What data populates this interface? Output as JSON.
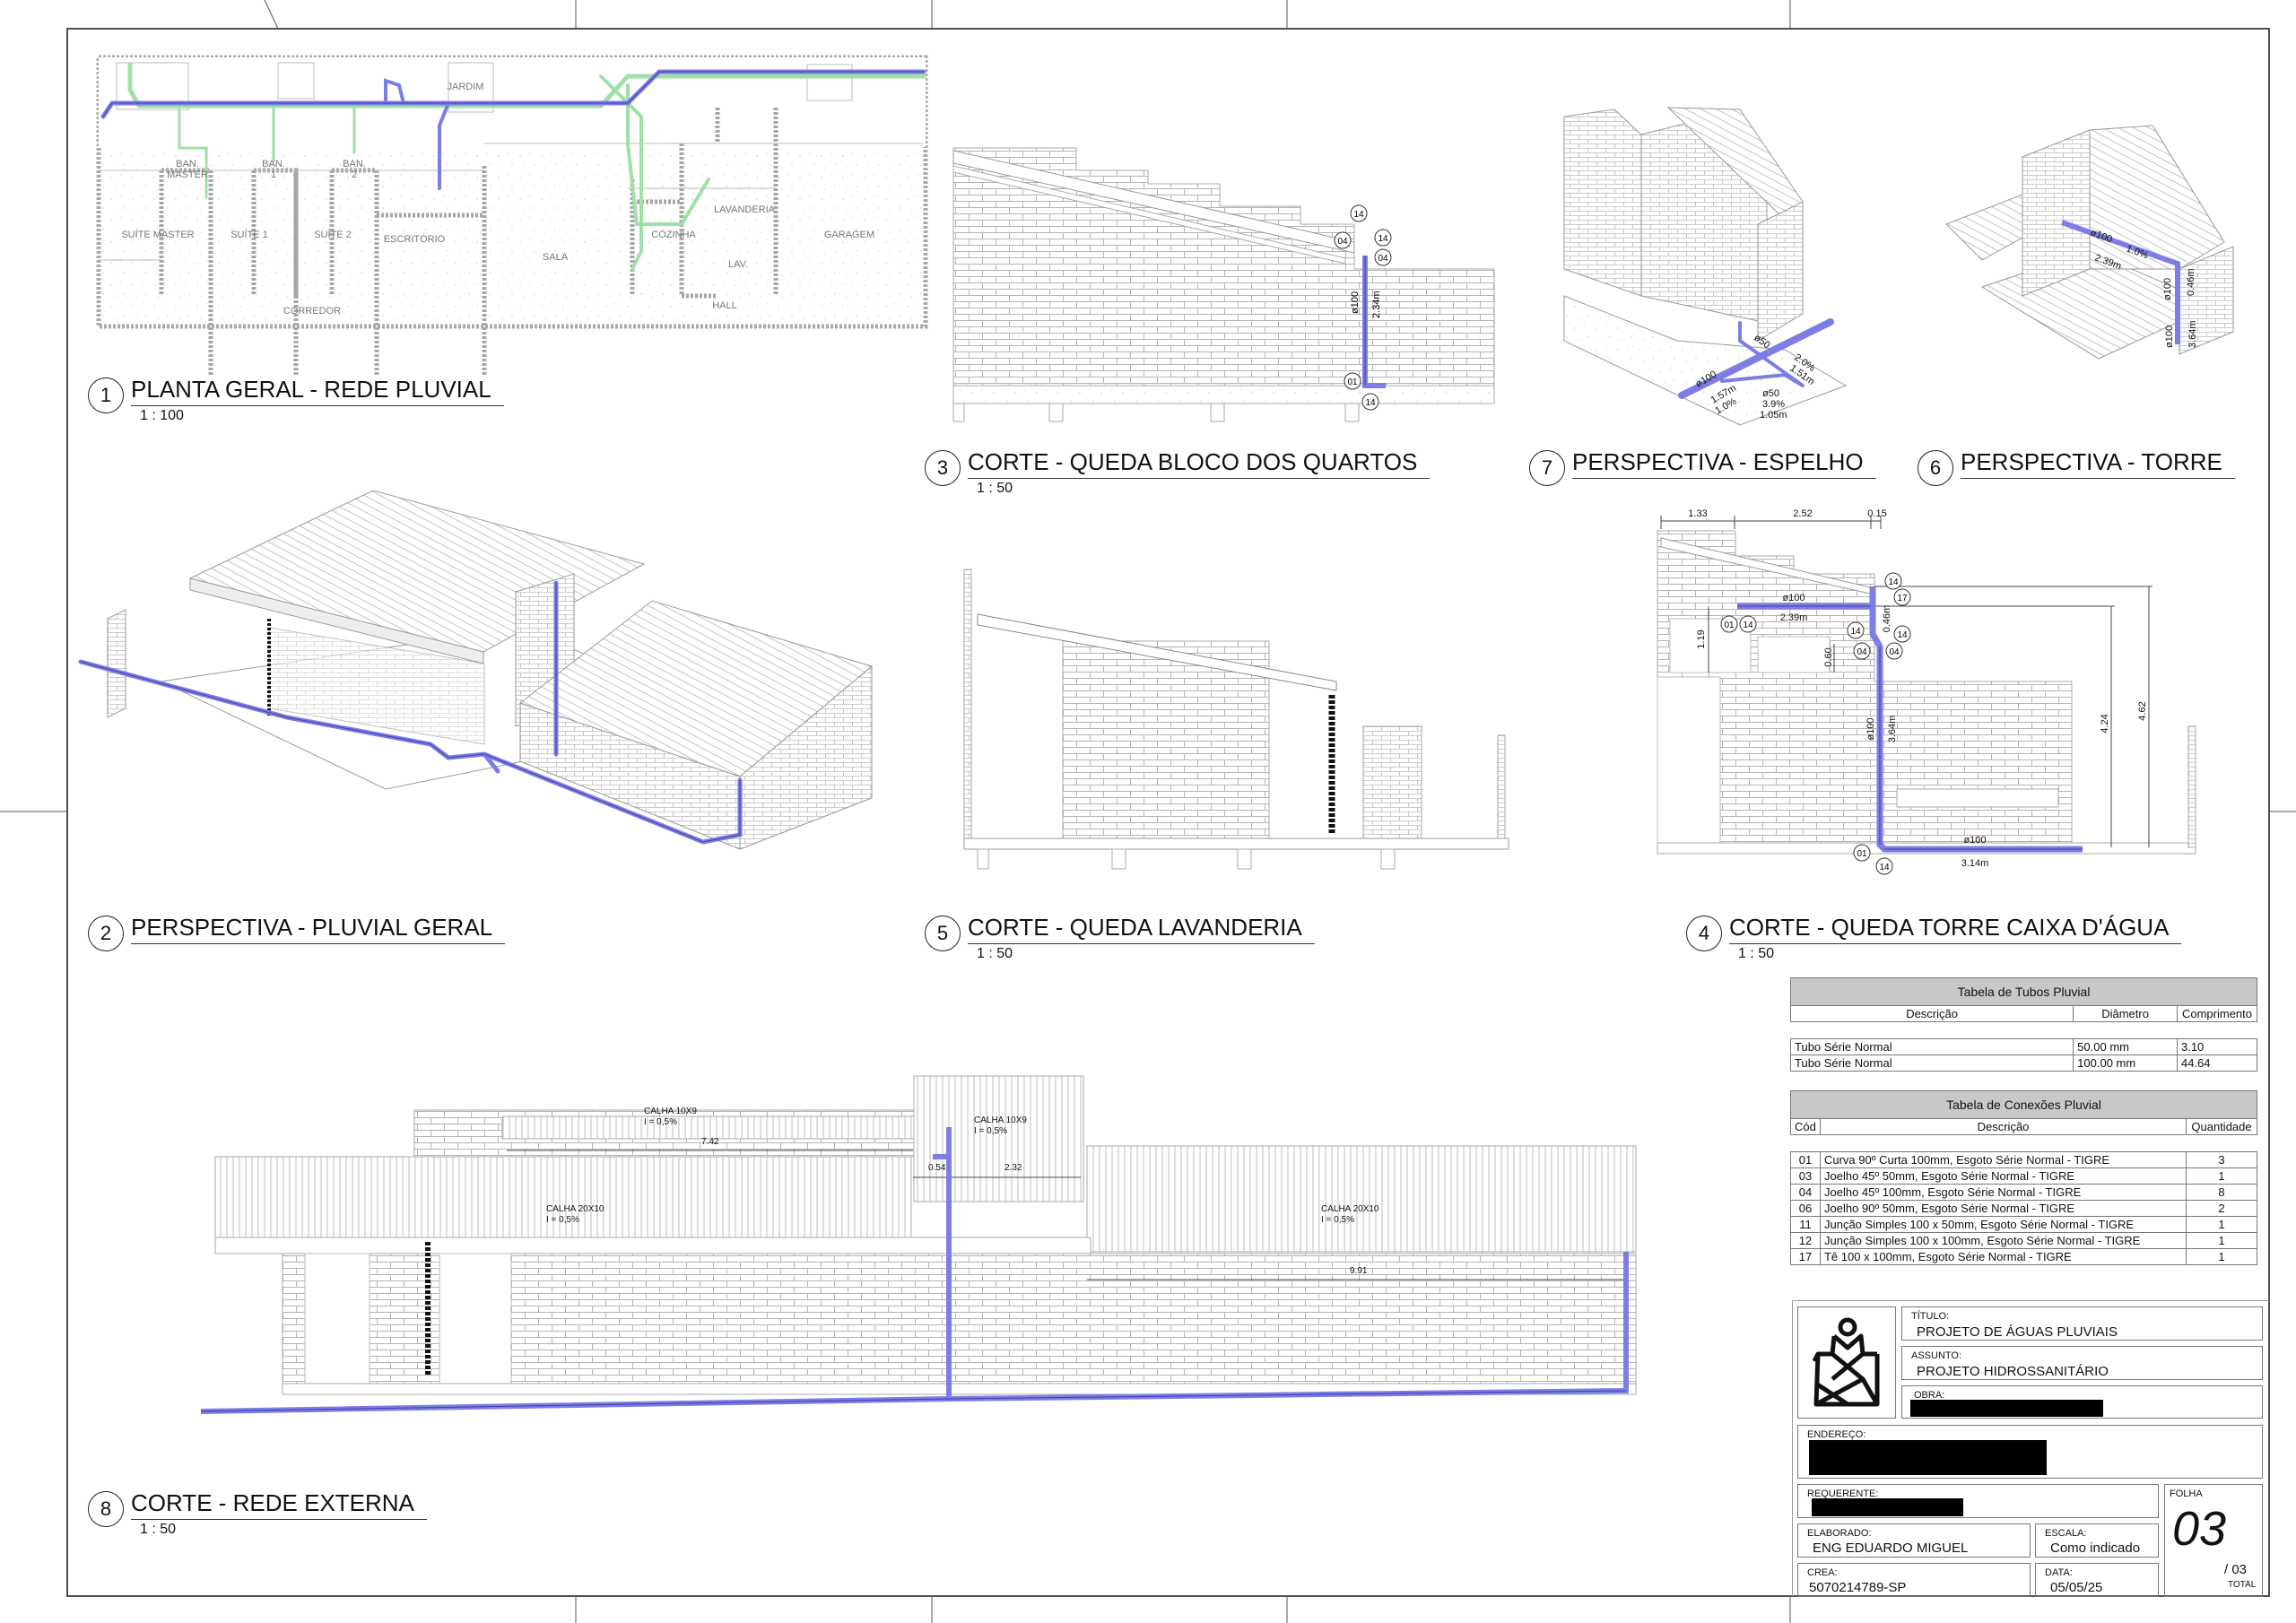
{
  "views": {
    "v1": {
      "number": "1",
      "title": "PLANTA GERAL - REDE PLUVIAL",
      "scale": "1 : 100"
    },
    "v2": {
      "number": "2",
      "title": "PERSPECTIVA - PLUVIAL GERAL"
    },
    "v3": {
      "number": "3",
      "title": "CORTE - QUEDA BLOCO DOS QUARTOS",
      "scale": "1 : 50"
    },
    "v4": {
      "number": "4",
      "title": "CORTE - QUEDA TORRE CAIXA D'ÁGUA",
      "scale": "1 : 50"
    },
    "v5": {
      "number": "5",
      "title": "CORTE - QUEDA LAVANDERIA",
      "scale": "1 : 50"
    },
    "v6": {
      "number": "6",
      "title": "PERSPECTIVA - TORRE"
    },
    "v7": {
      "number": "7",
      "title": "PERSPECTIVA - ESPELHO"
    },
    "v8": {
      "number": "8",
      "title": "CORTE - REDE EXTERNA",
      "scale": "1 : 50"
    }
  },
  "colors": {
    "pipe_blue": "#7d7de6",
    "pipe_blue_dark": "#3f3fa8",
    "pipe_green": "#9fe0a7",
    "wall": "#9a9a9a"
  },
  "plan": {
    "rooms": {
      "jardim": "JARDIM",
      "ban_master": "BAN.",
      "ban_master2": "MASTER",
      "ban1": "BAN.",
      "ban1b": "1",
      "ban2": "BAN.",
      "ban2b": "2",
      "suite_master": "SUÍTE MASTER",
      "suite1": "SUÍTE 1",
      "suite2": "SUÍTE 2",
      "escritorio": "ESCRITÓRIO",
      "sala": "SALA",
      "cozinha": "COZINHA",
      "lavanderia": "LAVANDERIA",
      "lav": "LAV.",
      "garagem": "GARAGEM",
      "hall": "HALL",
      "corredor": "CORREDOR"
    }
  },
  "section3": {
    "diameter": "ø100",
    "length": "2.34m",
    "callouts": [
      "14",
      "04",
      "14",
      "04",
      "01",
      "14"
    ]
  },
  "section4": {
    "dims": {
      "d1": "1.33",
      "d2": "2.52",
      "d3": "0.15",
      "d4": "1.19",
      "d5": "0.60",
      "d6": "4.24",
      "d7": "4.62"
    },
    "pipes": {
      "p1_d": "ø100",
      "p1_l": "2.39m",
      "p2_l": "0.46m",
      "p3_d": "ø100",
      "p3_l": "3.64m",
      "p4_d": "ø100",
      "p4_l": "3.14m"
    },
    "callouts": [
      "14",
      "17",
      "01",
      "14",
      "14",
      "14",
      "04",
      "04",
      "01",
      "14"
    ]
  },
  "perspective7": {
    "labels": {
      "a": "ø50",
      "b": "2.0%",
      "c": "1.51m",
      "d": "ø100",
      "e": "1.57m",
      "f": "1.0%",
      "g": "ø50",
      "h": "3.9%",
      "i": "1.05m"
    }
  },
  "perspective6": {
    "labels": {
      "a": "ø100",
      "b": "1.0%",
      "c": "2.39m",
      "d": "ø100",
      "e": "0.46m",
      "f": "ø100",
      "g": "3.64m"
    }
  },
  "section8": {
    "labels": {
      "calha1": "CALHA 10X9",
      "incl1": "I = 0,5%",
      "dim1": "7.42",
      "calha2": "CALHA 10X9",
      "incl2": "I = 0,5%",
      "dim2": "0.54",
      "dim3": "2.32",
      "calha3": "CALHA 20X10",
      "incl3": "I = 0,5%",
      "calha4": "CALHA 20X10",
      "incl4": "I = 0,5%",
      "dim4": "9.91"
    }
  },
  "tubos_table": {
    "caption": "Tabela de Tubos Pluvial",
    "headers": [
      "Descrição",
      "Diâmetro",
      "Comprimento"
    ],
    "rows": [
      [
        "Tubo Série Normal",
        "50.00 mm",
        "3.10"
      ],
      [
        "Tubo Série Normal",
        "100.00 mm",
        "44.64"
      ]
    ]
  },
  "conexoes_table": {
    "caption": "Tabela de Conexões Pluvial",
    "headers": [
      "Cód",
      "Descrição",
      "Quantidade"
    ],
    "rows": [
      [
        "01",
        "Curva 90º Curta 100mm, Esgoto Série Normal - TIGRE",
        "3"
      ],
      [
        "03",
        "Joelho 45º 50mm, Esgoto Série Normal - TIGRE",
        "1"
      ],
      [
        "04",
        "Joelho 45º 100mm, Esgoto Série Normal - TIGRE",
        "8"
      ],
      [
        "06",
        "Joelho 90º 50mm, Esgoto Série Normal - TIGRE",
        "2"
      ],
      [
        "11",
        "Junção Simples 100 x 50mm, Esgoto Série Normal - TIGRE",
        "1"
      ],
      [
        "12",
        "Junção Simples 100 x 100mm, Esgoto Série Normal - TIGRE",
        "1"
      ],
      [
        "17",
        "Tê 100 x 100mm, Esgoto Série Normal - TIGRE",
        "1"
      ]
    ]
  },
  "title_block": {
    "titulo_label": "TÍTULO:",
    "titulo": "PROJETO DE ÁGUAS PLUVIAIS",
    "assunto_label": "ASSUNTO:",
    "assunto": "PROJETO HIDROSSANITÁRIO",
    "obra_label": "OBRA:",
    "endereco_label": "ENDEREÇO:",
    "requerente_label": "REQUERENTE:",
    "elaborado_label": "ELABORADO:",
    "elaborado": "ENG EDUARDO MIGUEL",
    "escala_label": "ESCALA:",
    "escala": "Como indicado",
    "crea_label": "CREA:",
    "crea": "5070214789-SP",
    "data_label": "DATA:",
    "data": "05/05/25",
    "folha_label": "FOLHA",
    "folha": "03",
    "total": "/ 03",
    "total_label": "TOTAL"
  }
}
